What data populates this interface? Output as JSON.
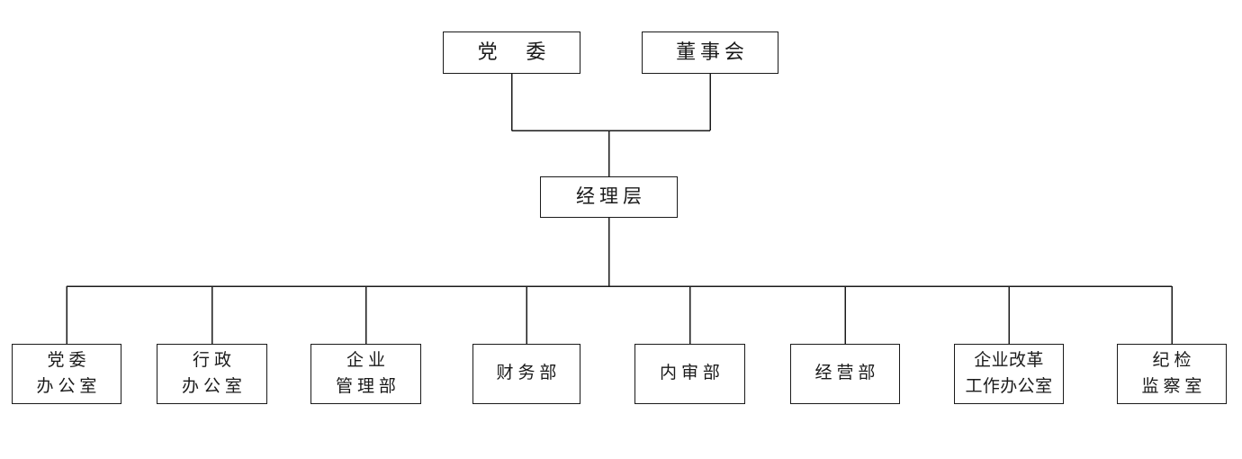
{
  "diagram": {
    "type": "org-chart",
    "background_color": "#ffffff",
    "line_color": "#1a1a1a",
    "top": [
      {
        "id": "party-committee",
        "label": "党　委"
      },
      {
        "id": "board-of-directors",
        "label": "董事会"
      }
    ],
    "middle": {
      "id": "management-level",
      "label": "经理层"
    },
    "departments": [
      {
        "id": "party-committee-office",
        "label": "党委\n办公室"
      },
      {
        "id": "administrative-office",
        "label": "行政\n办公室"
      },
      {
        "id": "enterprise-management-dept",
        "label": "企业\n管理部"
      },
      {
        "id": "finance-dept",
        "label": "财务部"
      },
      {
        "id": "internal-audit-dept",
        "label": "内审部"
      },
      {
        "id": "operations-dept",
        "label": "经营部"
      },
      {
        "id": "enterprise-reform-work-office",
        "label": "企业改革\n工作办公室"
      },
      {
        "id": "discipline-inspection-supervision-office",
        "label": "纪检\n监察室"
      }
    ]
  }
}
